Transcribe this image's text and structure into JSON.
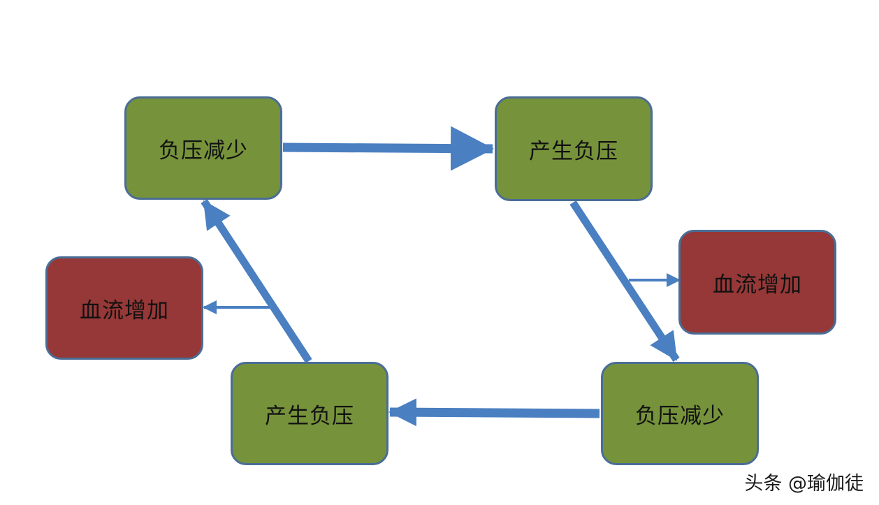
{
  "nodes": {
    "top_left": "负压减少",
    "top_right": "产生负压",
    "right_result": "血流增加",
    "left_result": "血流增加",
    "bottom_left": "产生负压",
    "bottom_right": "负压减少"
  },
  "watermark": "头条 @瑜伽徒",
  "colors": {
    "process_box": "#76923b",
    "result_box": "#953837",
    "box_border": "#4a6d96",
    "arrow": "#4a7fc1"
  }
}
